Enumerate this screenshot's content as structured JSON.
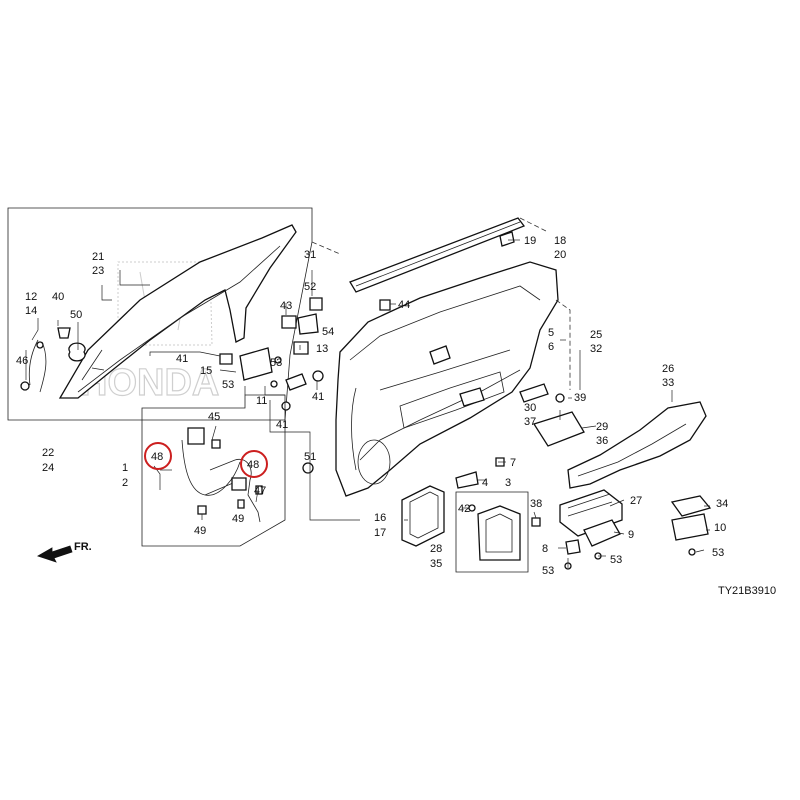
{
  "diagram": {
    "code": "TY21B3910",
    "direction_label": "FR.",
    "highlight_color": "#cc1f1f",
    "watermark": "HONDA",
    "callouts": {
      "c1": "1",
      "c2": "2",
      "c3": "3",
      "c4": "4",
      "c5": "5",
      "c6": "6",
      "c7": "7",
      "c8": "8",
      "c9": "9",
      "c10": "10",
      "c11": "11",
      "c12": "12",
      "c13": "13",
      "c14": "14",
      "c15": "15",
      "c16": "16",
      "c17": "17",
      "c18": "18",
      "c19": "19",
      "c20": "20",
      "c21": "21",
      "c22": "22",
      "c23": "23",
      "c24": "24",
      "c25": "25",
      "c26": "26",
      "c27": "27",
      "c28": "28",
      "c29": "29",
      "c30": "30",
      "c31": "31",
      "c32": "32",
      "c33": "33",
      "c34": "34",
      "c35": "35",
      "c36": "36",
      "c37": "37",
      "c38": "38",
      "c39": "39",
      "c40": "40",
      "c41": "41",
      "c42": "42",
      "c43": "43",
      "c44": "44",
      "c45": "45",
      "c46": "46",
      "c47": "47",
      "c48": "48",
      "c49": "49",
      "c50": "50",
      "c51": "51",
      "c52": "52",
      "c53": "53",
      "c54": "54"
    }
  }
}
